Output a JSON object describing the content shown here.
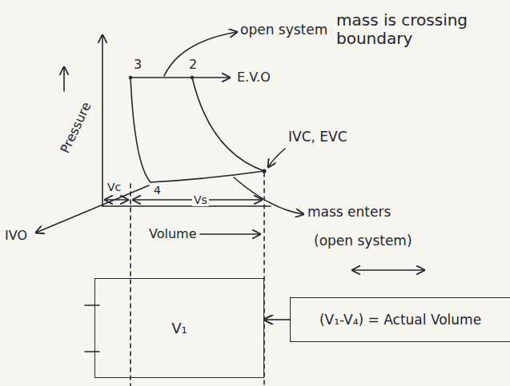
{
  "diagram": {
    "nodes": [
      {
        "text": [
          "V₁"
        ]
      },
      {
        "text": [
          "(V₁-V₄) = Actual Volume"
        ]
      }
    ],
    "edges": [
      {
        "from": 1,
        "to": 0,
        "arrow": "to"
      }
    ],
    "labels": [
      "open system",
      "mass is crossing boundary",
      "3",
      "2",
      "E.V.O",
      "Pressure",
      "IVC, EVC",
      "Vc",
      "Vs",
      "4",
      "IVO",
      "Volume",
      "mass enters",
      "(open system)"
    ]
  }
}
